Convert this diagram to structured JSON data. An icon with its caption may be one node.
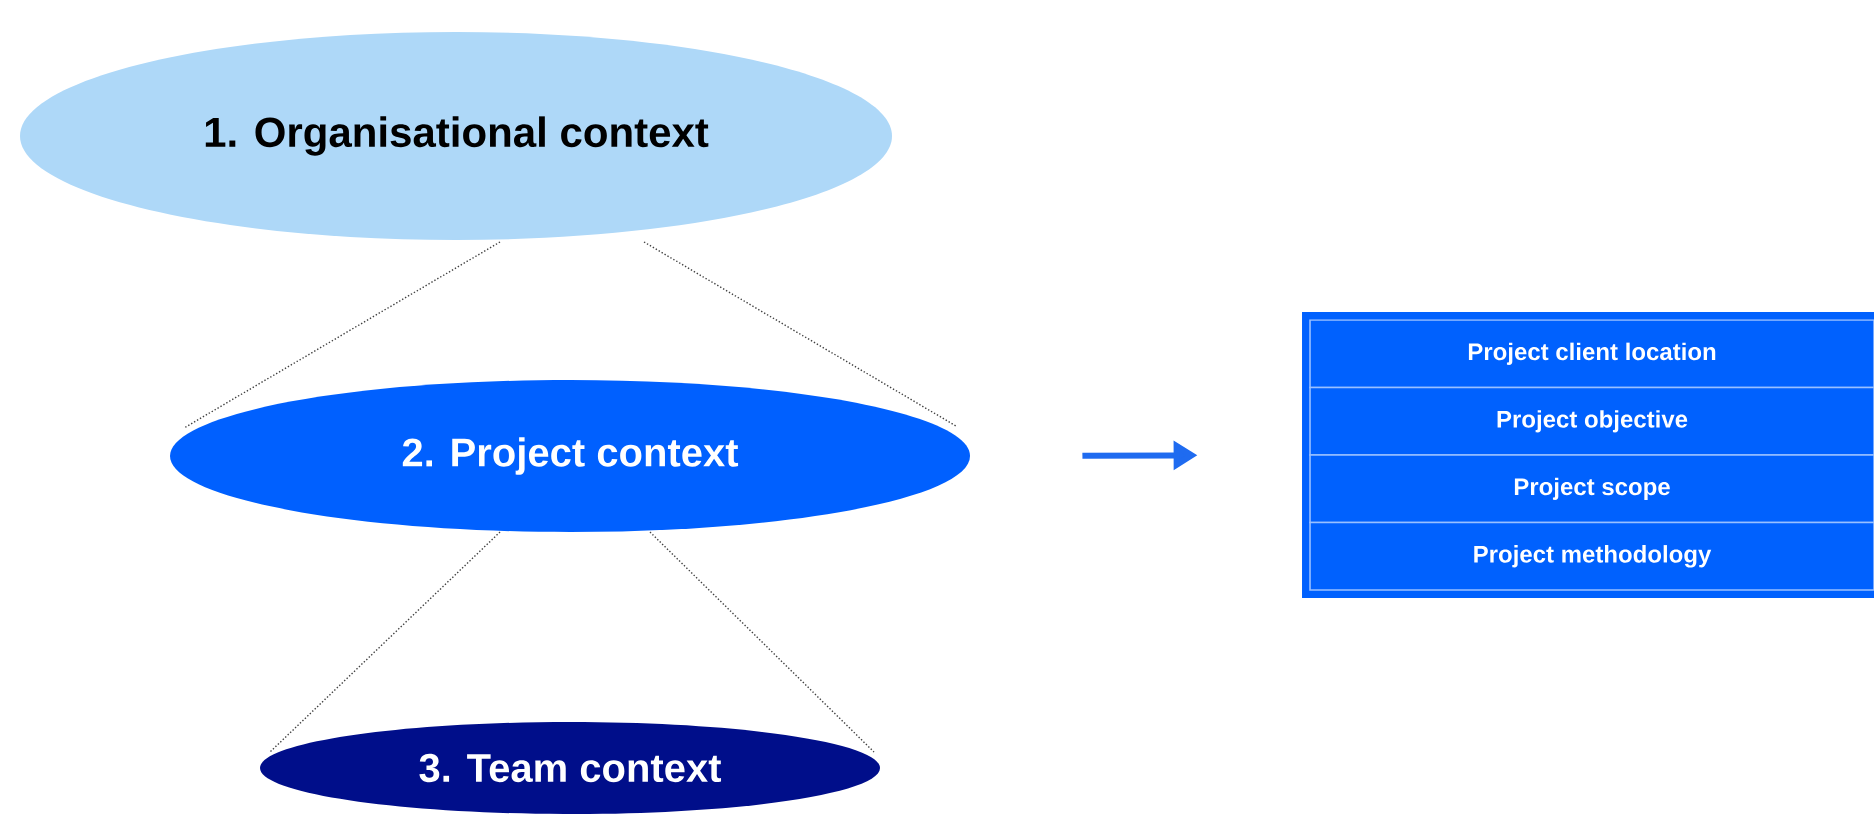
{
  "diagram": {
    "nodes": [
      {
        "text": [
          "1. Organisational context"
        ]
      },
      {
        "text": [
          "2. Project context"
        ]
      },
      {
        "text": [
          "3. Team context"
        ]
      },
      {
        "text": [],
        "shape": "box"
      },
      {
        "text": [
          "Project client location"
        ],
        "in": 3
      },
      {
        "text": [
          "Project objective"
        ],
        "in": 3
      },
      {
        "text": [
          "Project scope"
        ],
        "in": 3
      },
      {
        "text": [
          "Project methodology"
        ],
        "in": 3
      }
    ],
    "edges": [
      {
        "from": 0,
        "to": 1,
        "arrow": "none",
        "style": "dashed"
      },
      {
        "from": 0,
        "to": 1,
        "arrow": "none",
        "style": "dashed"
      },
      {
        "from": 1,
        "to": 2,
        "arrow": "none",
        "style": "dashed"
      },
      {
        "from": 1,
        "to": 2,
        "arrow": "none",
        "style": "dashed"
      },
      {
        "from": 1,
        "to": 3,
        "arrow": "to",
        "style": "thick",
        "color": "#1f6bf0"
      }
    ]
  }
}
